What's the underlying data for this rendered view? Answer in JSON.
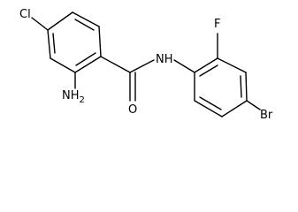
{
  "atoms": {
    "cl": "Cl",
    "nh2": "NH2",
    "nh": "NH",
    "o": "O",
    "f": "F",
    "br": "Br"
  },
  "colors": {
    "bond": "#000000",
    "label": "#000000",
    "background": "#ffffff"
  }
}
